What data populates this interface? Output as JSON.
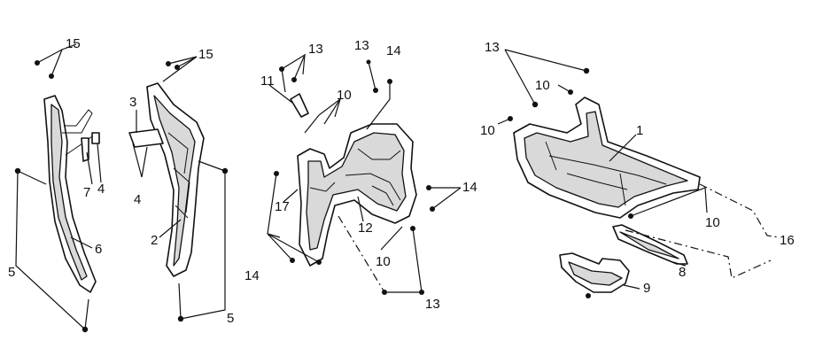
{
  "callouts": [
    {
      "id": "c1",
      "text": "15"
    },
    {
      "id": "c2",
      "text": "4"
    },
    {
      "id": "c3",
      "text": "7"
    },
    {
      "id": "c4",
      "text": "5"
    },
    {
      "id": "c5",
      "text": "6"
    },
    {
      "id": "c6",
      "text": "15"
    },
    {
      "id": "c7",
      "text": "3"
    },
    {
      "id": "c8",
      "text": "4"
    },
    {
      "id": "c9",
      "text": "2"
    },
    {
      "id": "c10",
      "text": "5"
    },
    {
      "id": "c11",
      "text": "13"
    },
    {
      "id": "c12",
      "text": "13"
    },
    {
      "id": "c13",
      "text": "14"
    },
    {
      "id": "c14",
      "text": "11"
    },
    {
      "id": "c15",
      "text": "10"
    },
    {
      "id": "c16",
      "text": "17"
    },
    {
      "id": "c17",
      "text": "12"
    },
    {
      "id": "c18",
      "text": "14"
    },
    {
      "id": "c19",
      "text": "14"
    },
    {
      "id": "c20",
      "text": "10"
    },
    {
      "id": "c21",
      "text": "13"
    },
    {
      "id": "c22",
      "text": "13"
    },
    {
      "id": "c23",
      "text": "10"
    },
    {
      "id": "c24",
      "text": "10"
    },
    {
      "id": "c25",
      "text": "1"
    },
    {
      "id": "c26",
      "text": "10"
    },
    {
      "id": "c27",
      "text": "16"
    },
    {
      "id": "c28",
      "text": "8"
    },
    {
      "id": "c29",
      "text": "9"
    }
  ]
}
